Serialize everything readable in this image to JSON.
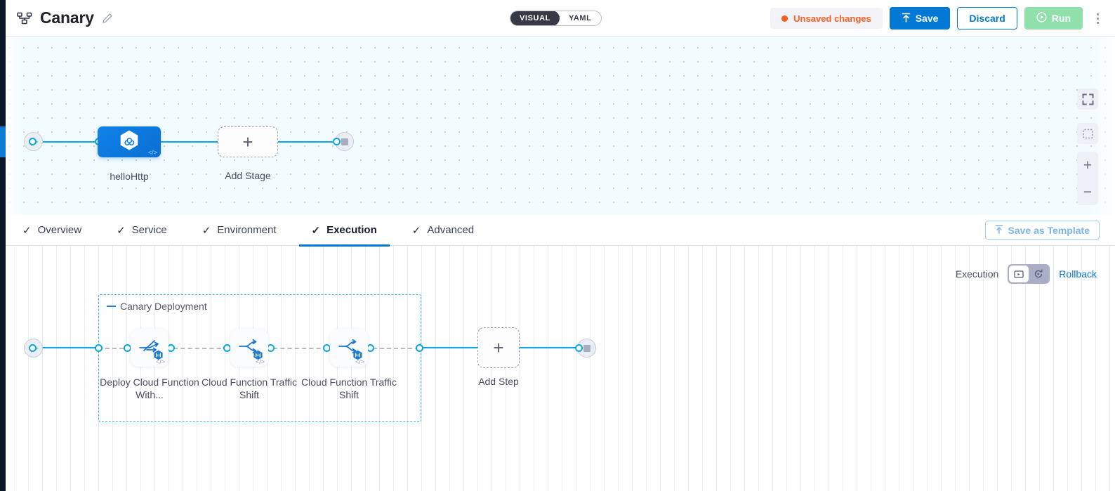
{
  "header": {
    "pipeline_icon": "pipeline-icon",
    "title": "Canary",
    "edit_icon": "pencil-icon",
    "view_toggle": {
      "visual": "VISUAL",
      "yaml": "YAML",
      "selected": "VISUAL"
    },
    "unsaved_label": "Unsaved changes",
    "save_label": "Save",
    "discard_label": "Discard",
    "run_label": "Run",
    "menu_icon": "kebab-menu-icon",
    "accent_blue": "#0278d5",
    "unsaved_orange": "#ff5b1f",
    "run_green": "#8fe0ab"
  },
  "canvas_top": {
    "start_icon": "play-icon",
    "end_icon": "stop-icon",
    "stage": {
      "label": "helloHttp",
      "icon": "cloud-function-hexagon-icon",
      "code_badge": "</>"
    },
    "add_stage": {
      "label": "Add Stage",
      "icon": "plus-icon"
    },
    "controls": {
      "fit_icon": "fit-screen-icon",
      "select_icon": "selection-box-icon",
      "zoom_in": "+",
      "zoom_out": "−"
    }
  },
  "tabs": [
    {
      "label": "Overview",
      "check": "✓",
      "active": false
    },
    {
      "label": "Service",
      "check": "✓",
      "active": false
    },
    {
      "label": "Environment",
      "check": "✓",
      "active": false
    },
    {
      "label": "Execution",
      "check": "✓",
      "active": true
    },
    {
      "label": "Advanced",
      "check": "✓",
      "active": false
    }
  ],
  "save_as_template": {
    "label": "Save as Template",
    "icon": "upload-template-icon"
  },
  "execution_bar": {
    "label": "Execution",
    "toggle": {
      "left_icon": "execution-steps-icon",
      "right_icon": "rollback-steps-icon",
      "selected": "left"
    },
    "rollback_label": "Rollback"
  },
  "canvas_bottom": {
    "start_icon": "play-icon",
    "end_icon": "stop-icon",
    "group": {
      "title": "Canary Deployment",
      "collapse_icon": "collapse-dash-icon",
      "steps": [
        {
          "label": "Deploy Cloud Function With...",
          "icon": "deploy-cloud-function-icon",
          "badge": "step-badge-icon",
          "code_badge": "</>"
        },
        {
          "label": "Cloud Function Traffic Shift",
          "icon": "traffic-shift-icon",
          "badge": "step-badge-icon",
          "code_badge": "</>"
        },
        {
          "label": "Cloud Function Traffic Shift",
          "icon": "traffic-shift-icon",
          "badge": "step-badge-icon",
          "code_badge": "</>"
        }
      ]
    },
    "add_step": {
      "label": "Add Step",
      "icon": "plus-icon"
    }
  }
}
